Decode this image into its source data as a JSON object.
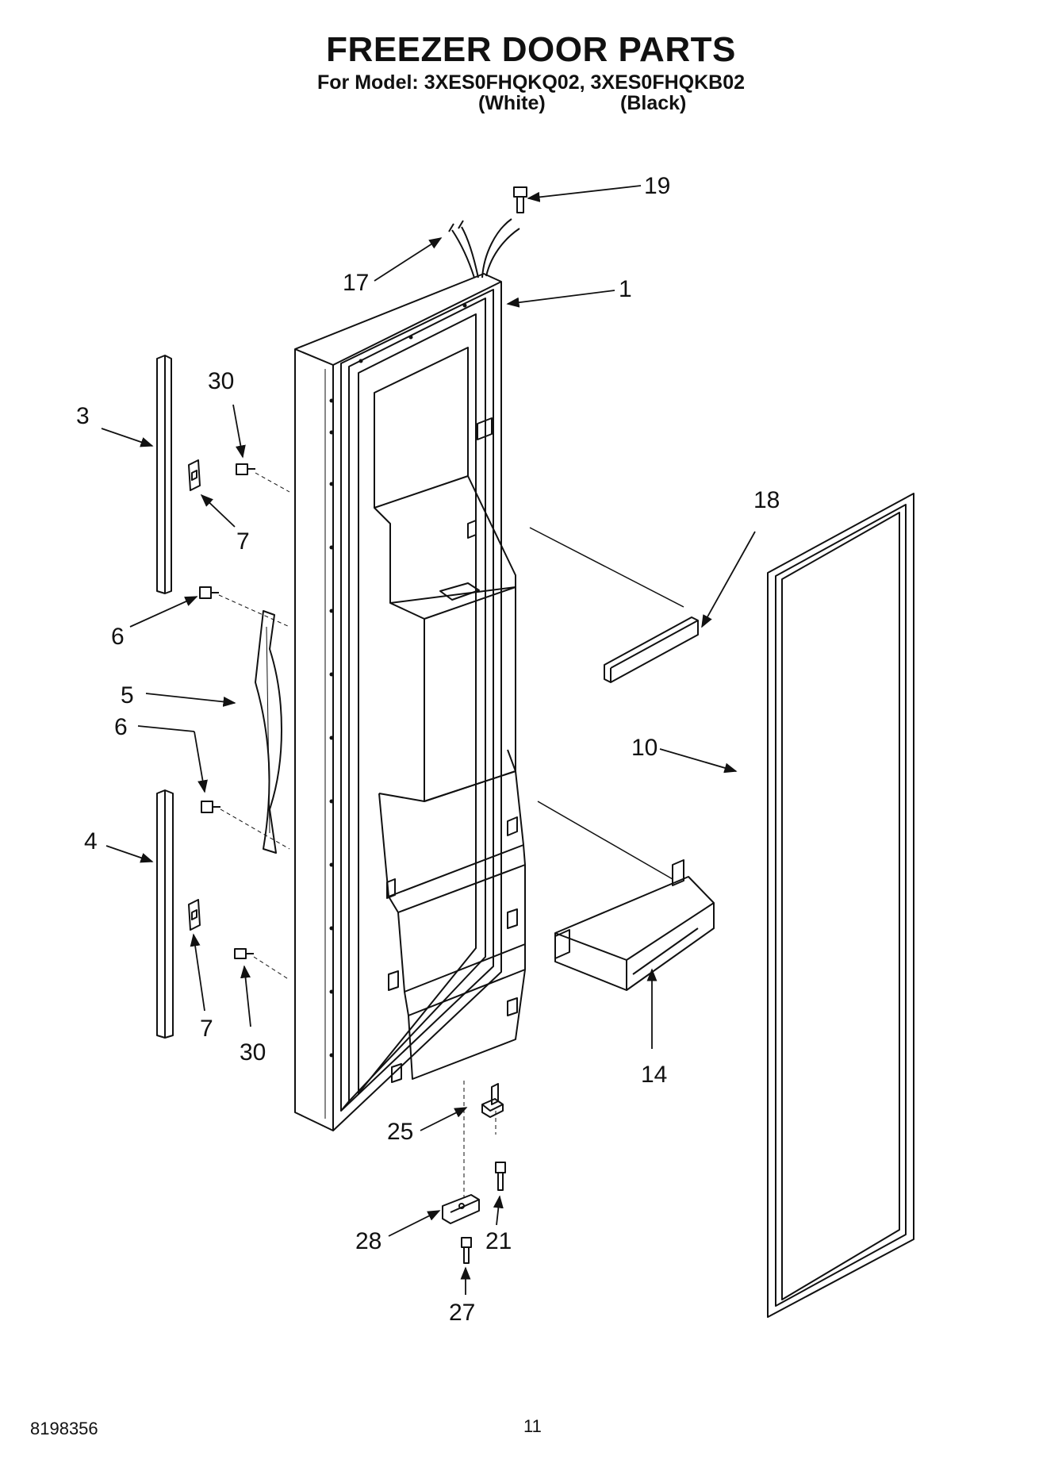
{
  "header": {
    "title": "FREEZER DOOR PARTS",
    "model_line": "For Model: 3XES0FHQKQ02, 3XES0FHQKB02",
    "variant_white": "(White)",
    "variant_black": "(Black)"
  },
  "callouts": {
    "c19": "19",
    "c17": "17",
    "c1": "1",
    "c30a": "30",
    "c3": "3",
    "c7a": "7",
    "c18": "18",
    "c6a": "6",
    "c5": "5",
    "c6b": "6",
    "c10": "10",
    "c4": "4",
    "c7b": "7",
    "c30b": "30",
    "c14": "14",
    "c25": "25",
    "c28": "28",
    "c21": "21",
    "c27": "27"
  },
  "footer": {
    "doc_number": "8198356",
    "page_number": "11"
  }
}
